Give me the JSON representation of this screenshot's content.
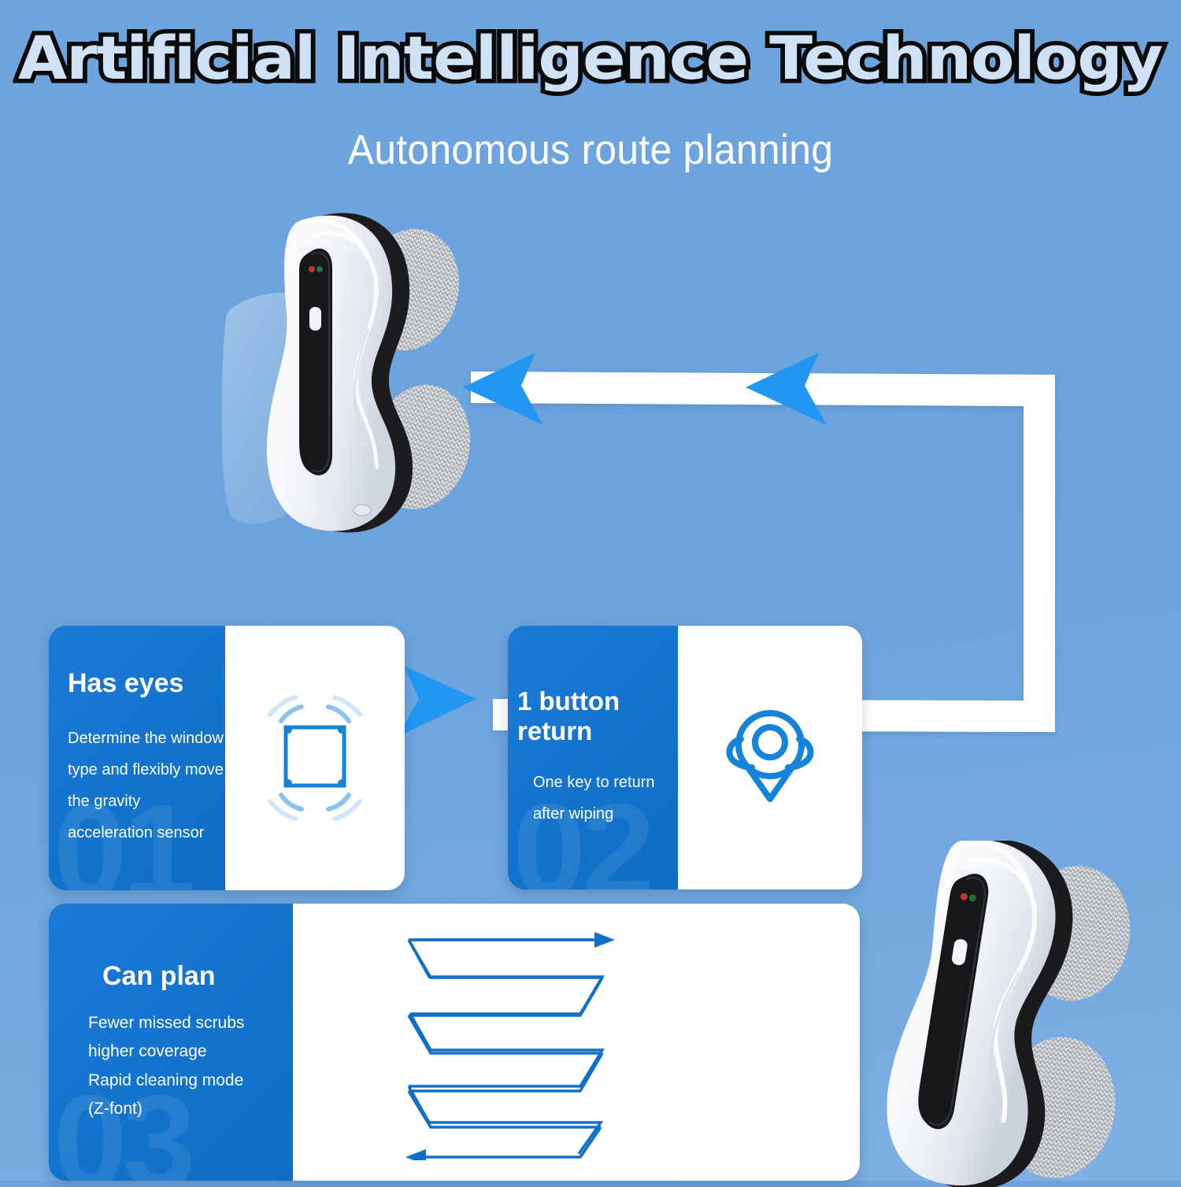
{
  "header": {
    "title": "Artificial Intelligence Technology",
    "subtitle": "Autonomous route planning"
  },
  "colors": {
    "background_blue": "#6CA3DC",
    "card_blue": "#1278D2",
    "accent_arrow_blue": "#2196F3",
    "icon_blue": "#1583D8",
    "card_white": "#FFFFFF",
    "title_outline": "#0B0B0B",
    "title_fill": "#CFE2F5"
  },
  "cards": [
    {
      "index_watermark": "01",
      "title": "Has eyes",
      "lines": [
        "Determine the window",
        "type and flexibly move",
        "the gravity",
        "acceleration sensor"
      ],
      "icon": "scan-frame-icon"
    },
    {
      "index_watermark": "02",
      "title": "1 button return",
      "lines": [
        "One key to return",
        "after wiping"
      ],
      "icon": "location-pin-icon"
    },
    {
      "index_watermark": "03",
      "title": "Can plan",
      "lines": [
        "Fewer missed scrubs",
        "higher coverage",
        "Rapid cleaning mode",
        "(Z-font)"
      ],
      "icon": "zigzag-route-icon"
    }
  ],
  "diagram": {
    "route_path_label": "autonomous-route-loop",
    "arrow_directions": [
      "left",
      "left",
      "right"
    ],
    "robot_devices": [
      "window-cleaning-robot-top",
      "window-cleaning-robot-bottom-right"
    ]
  }
}
